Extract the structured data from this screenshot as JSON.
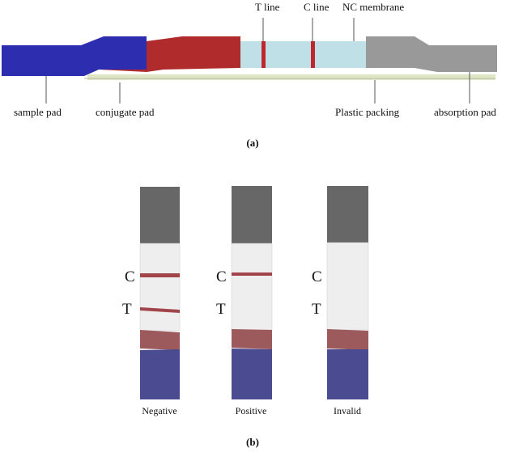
{
  "colors": {
    "sample_pad": "#2d2eaf",
    "conjugate_pad": "#b02b2b",
    "nc_membrane": "#bfe0e6",
    "test_line": "#c0262e",
    "absorption_pad": "#999999",
    "plastic_backing": "#dfe6c6",
    "strip_top": "#676767",
    "strip_window": "#eeeeee",
    "strip_conjugate": "#9d5a5c",
    "strip_sample": "#4b4b91",
    "strip_line": "#a2454a"
  },
  "panel_a": {
    "caption": "(a)",
    "labels": {
      "t_line": "T line",
      "c_line": "C line",
      "nc_membrane": "NC membrane",
      "sample_pad": "sample pad",
      "conjugate_pad": "conjugate pad",
      "plastic_packing": "Plastic packing",
      "absorption_pad": "absorption pad"
    }
  },
  "panel_b": {
    "caption": "(b)",
    "strips": [
      {
        "name": "Negative",
        "c_letter": "C",
        "t_letter": "T",
        "c_line": true,
        "t_line": true
      },
      {
        "name": "Positive",
        "c_letter": "C",
        "t_letter": "T",
        "c_line": true,
        "t_line": false
      },
      {
        "name": "Invalid",
        "c_letter": "C",
        "t_letter": "T",
        "c_line": false,
        "t_line": false
      }
    ]
  }
}
